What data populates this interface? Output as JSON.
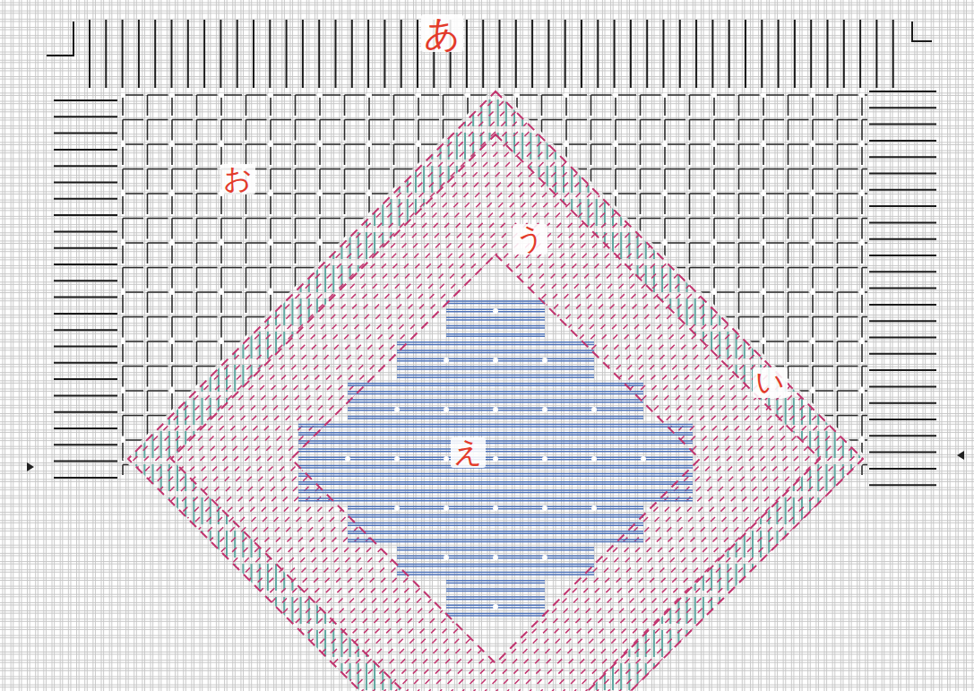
{
  "diagram": {
    "labels": [
      "あ",
      "お",
      "う",
      "い",
      "え"
    ]
  }
}
